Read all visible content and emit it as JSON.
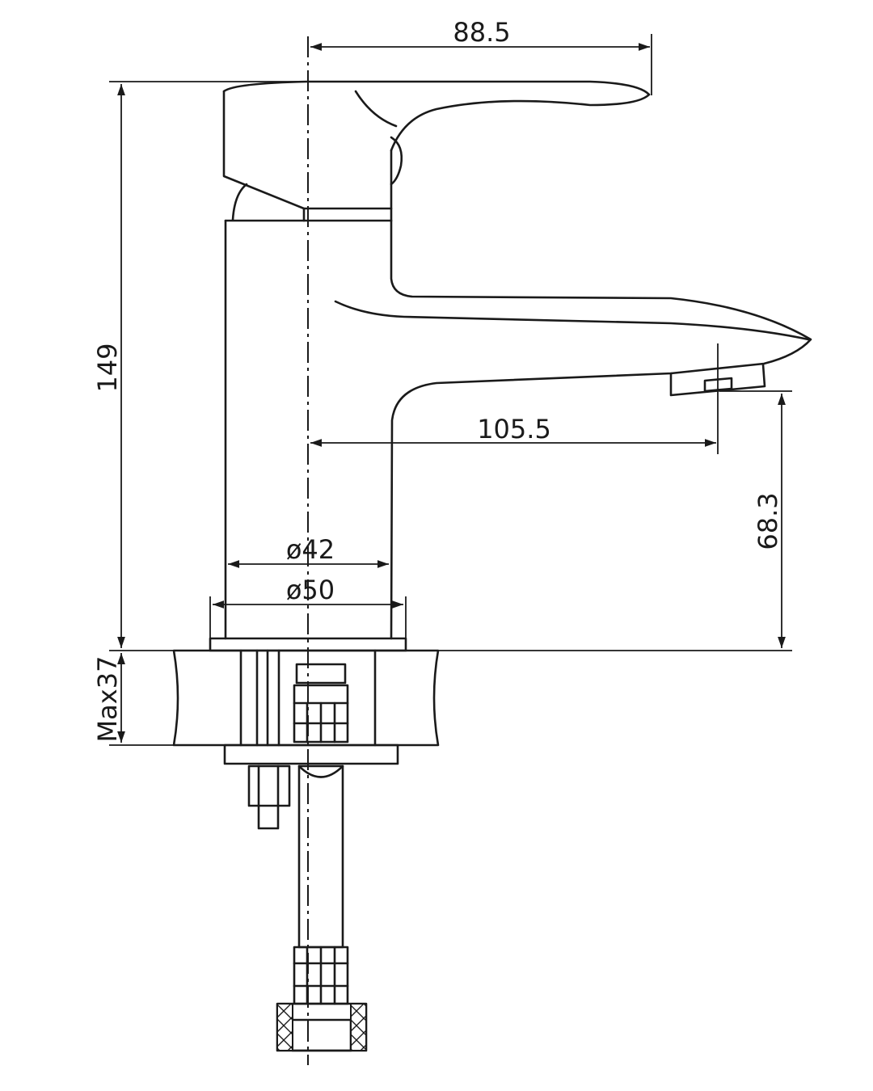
{
  "drawing": {
    "subject": "",
    "dimensions": {
      "handle_reach": "88.5",
      "total_height": "149",
      "spout_reach": "105.5",
      "spout_height": "68.3",
      "body_diameter": "ø42",
      "base_diameter": "ø50",
      "max_counter_thickness": "Max37"
    }
  }
}
